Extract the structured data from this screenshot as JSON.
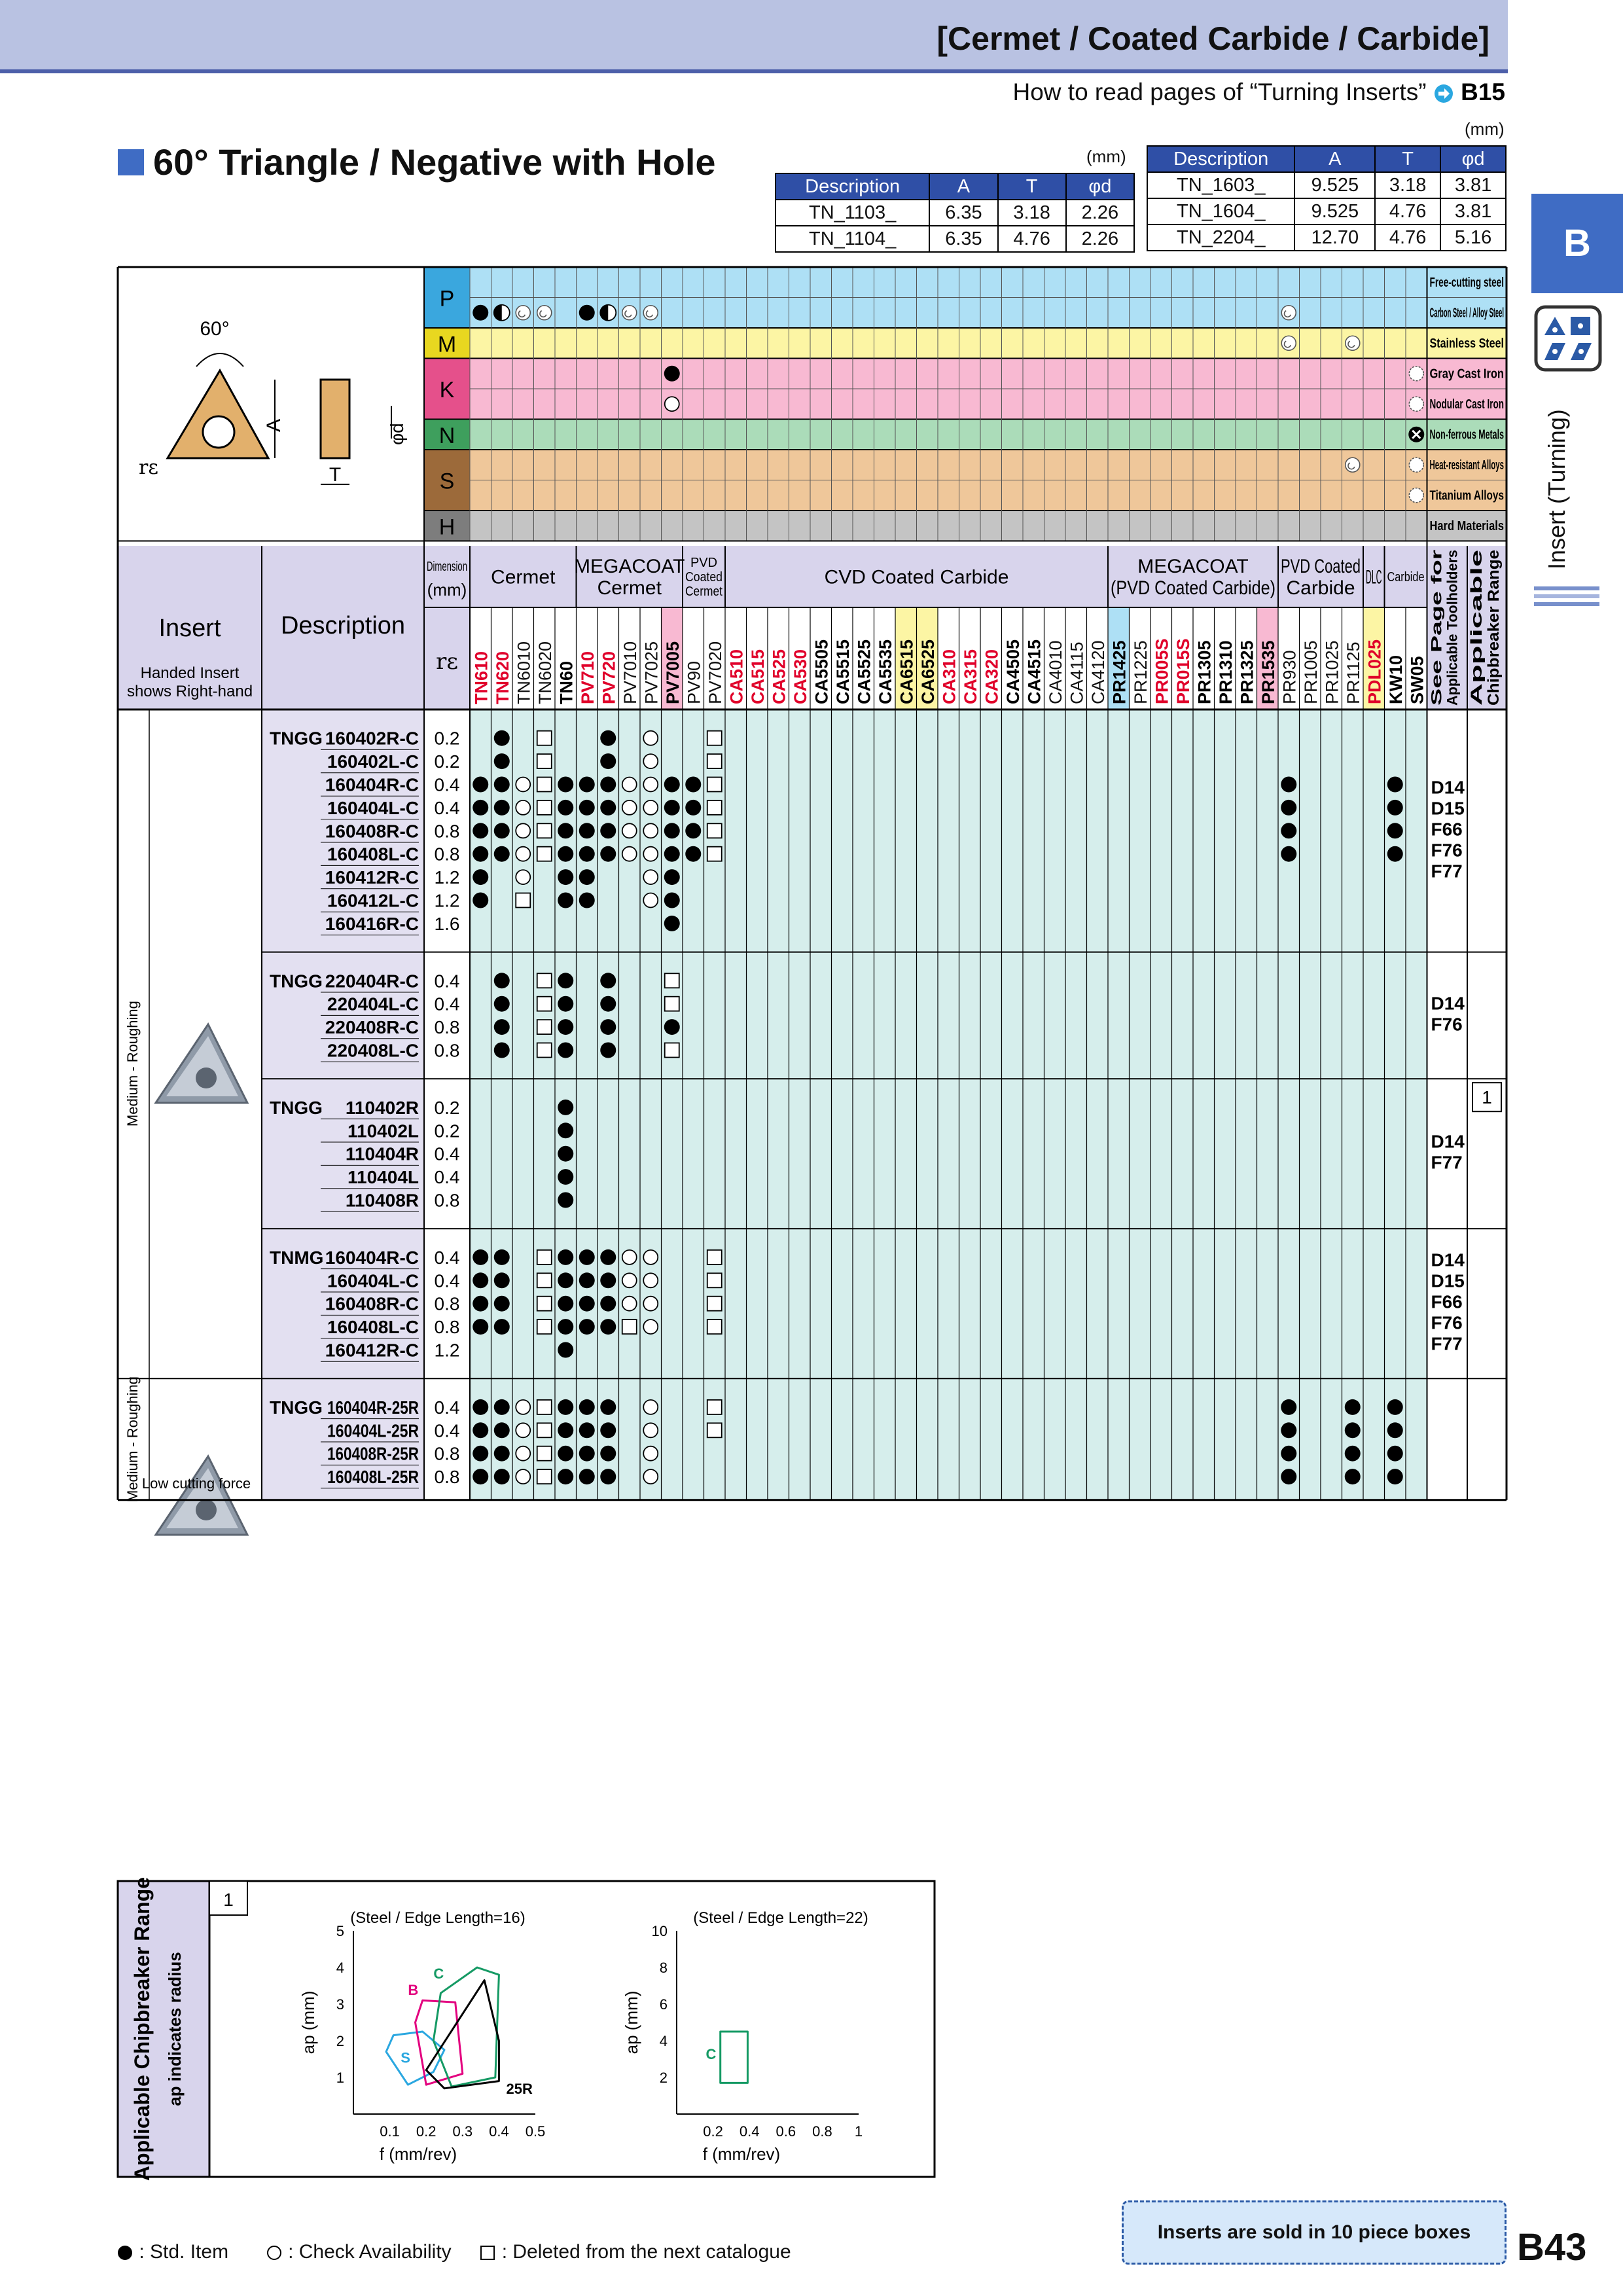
{
  "header": {
    "title": "[Cermet / Coated Carbide / Carbide]"
  },
  "howto": {
    "text": "How to read pages of “Turning Inserts”",
    "link": "B15"
  },
  "page_title": "60° Triangle / Negative with Hole",
  "unit_label": "(mm)",
  "dim_header": [
    "Description",
    "A",
    "T",
    "φd"
  ],
  "dim_table_a": [
    [
      "TN_1103_",
      "6.35",
      "3.18",
      "2.26"
    ],
    [
      "TN_1104_",
      "6.35",
      "4.76",
      "2.26"
    ]
  ],
  "dim_table_b": [
    [
      "TN_1603_",
      "9.525",
      "3.18",
      "3.81"
    ],
    [
      "TN_1604_",
      "9.525",
      "4.76",
      "3.81"
    ],
    [
      "TN_2204_",
      "12.70",
      "4.76",
      "5.16"
    ]
  ],
  "tab": {
    "letter": "B",
    "side_label": "Insert (Turning)"
  },
  "drawing": {
    "angle": "60°",
    "A": "A",
    "T": "T",
    "d": "φd",
    "re": "rε"
  },
  "iso_groups": [
    {
      "letter": "P",
      "color": "#aee0f5",
      "mats": [
        "Free-cutting steel",
        "Carbon Steel / Alloy Steel"
      ]
    },
    {
      "letter": "M",
      "color": "#fcf5a4",
      "mats": [
        "Stainless Steel"
      ]
    },
    {
      "letter": "K",
      "color": "#f8b9d2",
      "mats": [
        "Gray Cast Iron",
        "Nodular Cast Iron"
      ]
    },
    {
      "letter": "N",
      "color": "#abdcb9",
      "mats": [
        "Non-ferrous Metals"
      ]
    },
    {
      "letter": "S",
      "color": "#efc79a",
      "mats": [
        "Heat-resistant Alloys",
        "Titanium Alloys"
      ]
    },
    {
      "letter": "H",
      "color": "#c4c4c4",
      "mats": [
        "Hard Materials"
      ]
    }
  ],
  "header_labels": {
    "insert": "Insert",
    "handed": "Handed Insert shows Right-hand",
    "description": "Description",
    "dimension": "Dimension (mm)",
    "re": "rε",
    "toolholders": "See Page for Applicable Toolholders",
    "chipbreaker": "Applicable Chipbreaker Range"
  },
  "groups": [
    {
      "name": "Cermet",
      "span": 5
    },
    {
      "name": "MEGACOAT Cermet",
      "span": 5
    },
    {
      "name": "PVD Coated Cermet",
      "span": 2
    },
    {
      "name": "CVD Coated Carbide",
      "span": 18
    },
    {
      "name": "MEGACOAT (PVD Coated Carbide)",
      "span": 8
    },
    {
      "name": "PVD Coated Carbide",
      "span": 4
    },
    {
      "name": "DLC",
      "span": 1
    },
    {
      "name": "Carbide",
      "span": 2
    }
  ],
  "grades": [
    {
      "n": "TN610",
      "c": "red"
    },
    {
      "n": "TN620",
      "c": "red"
    },
    {
      "n": "TN6010",
      "c": "norm"
    },
    {
      "n": "TN6020",
      "c": "norm"
    },
    {
      "n": "TN60",
      "c": "bold"
    },
    {
      "n": "PV710",
      "c": "red"
    },
    {
      "n": "PV720",
      "c": "red"
    },
    {
      "n": "PV7010",
      "c": "norm"
    },
    {
      "n": "PV7025",
      "c": "norm"
    },
    {
      "n": "PV7005",
      "c": "pink"
    },
    {
      "n": "PV90",
      "c": "norm"
    },
    {
      "n": "PV7020",
      "c": "norm"
    },
    {
      "n": "CA510",
      "c": "red"
    },
    {
      "n": "CA515",
      "c": "red"
    },
    {
      "n": "CA525",
      "c": "red"
    },
    {
      "n": "CA530",
      "c": "red"
    },
    {
      "n": "CA5505",
      "c": "bold"
    },
    {
      "n": "CA5515",
      "c": "bold"
    },
    {
      "n": "CA5525",
      "c": "bold"
    },
    {
      "n": "CA5535",
      "c": "bold"
    },
    {
      "n": "CA6515",
      "c": "yellow"
    },
    {
      "n": "CA6525",
      "c": "yellow"
    },
    {
      "n": "CA310",
      "c": "red"
    },
    {
      "n": "CA315",
      "c": "red"
    },
    {
      "n": "CA320",
      "c": "red"
    },
    {
      "n": "CA4505",
      "c": "bold"
    },
    {
      "n": "CA4515",
      "c": "bold"
    },
    {
      "n": "CA4010",
      "c": "norm"
    },
    {
      "n": "CA4115",
      "c": "norm"
    },
    {
      "n": "CA4120",
      "c": "norm"
    },
    {
      "n": "PR1425",
      "c": "blue"
    },
    {
      "n": "PR1225",
      "c": "norm"
    },
    {
      "n": "PR005S",
      "c": "red"
    },
    {
      "n": "PR015S",
      "c": "red"
    },
    {
      "n": "PR1305",
      "c": "bold"
    },
    {
      "n": "PR1310",
      "c": "bold"
    },
    {
      "n": "PR1325",
      "c": "bold"
    },
    {
      "n": "PR1535",
      "c": "pink"
    },
    {
      "n": "PR930",
      "c": "norm"
    },
    {
      "n": "PR1005",
      "c": "norm"
    },
    {
      "n": "PR1025",
      "c": "norm"
    },
    {
      "n": "PR1125",
      "c": "norm"
    },
    {
      "n": "PDL025",
      "c": "redy"
    },
    {
      "n": "KW10",
      "c": "bold"
    },
    {
      "n": "SW05",
      "c": "bold"
    }
  ],
  "iso_marks": [
    {
      "col": 0,
      "row": 1,
      "s": "F"
    },
    {
      "col": 1,
      "row": 1,
      "s": "H"
    },
    {
      "col": 2,
      "row": 1,
      "s": "C"
    },
    {
      "col": 3,
      "row": 1,
      "s": "C"
    },
    {
      "col": 5,
      "row": 1,
      "s": "F"
    },
    {
      "col": 6,
      "row": 1,
      "s": "H"
    },
    {
      "col": 7,
      "row": 1,
      "s": "C"
    },
    {
      "col": 8,
      "row": 1,
      "s": "C"
    },
    {
      "col": 9,
      "row": 3,
      "s": "F"
    },
    {
      "col": 9,
      "row": 4,
      "s": "O"
    },
    {
      "col": 38,
      "row": 1,
      "s": "C"
    },
    {
      "col": 38,
      "row": 2,
      "s": "C"
    },
    {
      "col": 41,
      "row": 2,
      "s": "C"
    },
    {
      "col": 44,
      "row": 3,
      "s": "Q"
    },
    {
      "col": 44,
      "row": 4,
      "s": "Q"
    },
    {
      "col": 44,
      "row": 5,
      "s": "X"
    },
    {
      "col": 41,
      "row": 6,
      "s": "C"
    },
    {
      "col": 44,
      "row": 6,
      "s": "Q"
    },
    {
      "col": 44,
      "row": 7,
      "s": "Q"
    }
  ],
  "sections": [
    {
      "prefix": "TNGG",
      "toolholders": [
        "D14",
        "D15",
        "F66",
        "F76",
        "F77"
      ],
      "chip": "",
      "rows": [
        {
          "d": "160402R-C",
          "r": "0.2",
          "m": {
            "1": "F",
            "3": "D",
            "6": "F",
            "8": "O",
            "11": "D"
          }
        },
        {
          "d": "160402L-C",
          "r": "0.2",
          "m": {
            "1": "F",
            "3": "D",
            "6": "F",
            "8": "O",
            "11": "D"
          }
        },
        {
          "d": "160404R-C",
          "r": "0.4",
          "m": {
            "0": "F",
            "1": "F",
            "2": "O",
            "3": "D",
            "4": "F",
            "5": "F",
            "6": "F",
            "7": "O",
            "8": "O",
            "9": "F",
            "10": "F",
            "11": "D",
            "38": "F",
            "43": "F"
          }
        },
        {
          "d": "160404L-C",
          "r": "0.4",
          "m": {
            "0": "F",
            "1": "F",
            "2": "O",
            "3": "D",
            "4": "F",
            "5": "F",
            "6": "F",
            "7": "O",
            "8": "O",
            "9": "F",
            "10": "F",
            "11": "D",
            "38": "F",
            "43": "F"
          }
        },
        {
          "d": "160408R-C",
          "r": "0.8",
          "m": {
            "0": "F",
            "1": "F",
            "2": "O",
            "3": "D",
            "4": "F",
            "5": "F",
            "6": "F",
            "7": "O",
            "8": "O",
            "9": "F",
            "10": "F",
            "11": "D",
            "38": "F",
            "43": "F"
          }
        },
        {
          "d": "160408L-C",
          "r": "0.8",
          "m": {
            "0": "F",
            "1": "F",
            "2": "O",
            "3": "D",
            "4": "F",
            "5": "F",
            "6": "F",
            "7": "O",
            "8": "O",
            "9": "F",
            "10": "F",
            "11": "D",
            "38": "F",
            "43": "F"
          }
        },
        {
          "d": "160412R-C",
          "r": "1.2",
          "m": {
            "0": "F",
            "2": "O",
            "4": "F",
            "5": "F",
            "8": "O",
            "9": "F"
          }
        },
        {
          "d": "160412L-C",
          "r": "1.2",
          "m": {
            "0": "F",
            "2": "D",
            "4": "F",
            "5": "F",
            "8": "O",
            "9": "F"
          }
        },
        {
          "d": "160416R-C",
          "r": "1.6",
          "m": {
            "9": "F"
          }
        }
      ]
    },
    {
      "prefix": "TNGG",
      "toolholders": [
        "D14",
        "F76"
      ],
      "chip": "",
      "rows": [
        {
          "d": "220404R-C",
          "r": "0.4",
          "m": {
            "1": "F",
            "3": "D",
            "4": "F",
            "6": "F",
            "9": "D"
          }
        },
        {
          "d": "220404L-C",
          "r": "0.4",
          "m": {
            "1": "F",
            "3": "D",
            "4": "F",
            "6": "F",
            "9": "D"
          }
        },
        {
          "d": "220408R-C",
          "r": "0.8",
          "m": {
            "1": "F",
            "3": "D",
            "4": "F",
            "6": "F",
            "9": "F"
          }
        },
        {
          "d": "220408L-C",
          "r": "0.8",
          "m": {
            "1": "F",
            "3": "D",
            "4": "F",
            "6": "F",
            "9": "D"
          }
        }
      ]
    },
    {
      "prefix": "TNGG",
      "toolholders": [
        "D14",
        "F77"
      ],
      "chip": "1",
      "rows": [
        {
          "d": "110402R",
          "r": "0.2",
          "m": {
            "4": "F"
          }
        },
        {
          "d": "110402L",
          "r": "0.2",
          "m": {
            "4": "F"
          }
        },
        {
          "d": "110404R",
          "r": "0.4",
          "m": {
            "4": "F"
          }
        },
        {
          "d": "110404L",
          "r": "0.4",
          "m": {
            "4": "F"
          }
        },
        {
          "d": "110408R",
          "r": "0.8",
          "m": {
            "4": "F"
          }
        }
      ]
    },
    {
      "prefix": "TNMG",
      "toolholders": [
        "D14",
        "D15",
        "F66",
        "F76",
        "F77"
      ],
      "chip": "",
      "rows": [
        {
          "d": "160404R-C",
          "r": "0.4",
          "m": {
            "0": "F",
            "1": "F",
            "3": "D",
            "4": "F",
            "5": "F",
            "6": "F",
            "7": "O",
            "8": "O",
            "11": "D"
          }
        },
        {
          "d": "160404L-C",
          "r": "0.4",
          "m": {
            "0": "F",
            "1": "F",
            "3": "D",
            "4": "F",
            "5": "F",
            "6": "F",
            "7": "O",
            "8": "O",
            "11": "D"
          }
        },
        {
          "d": "160408R-C",
          "r": "0.8",
          "m": {
            "0": "F",
            "1": "F",
            "3": "D",
            "4": "F",
            "5": "F",
            "6": "F",
            "7": "O",
            "8": "O",
            "11": "D"
          }
        },
        {
          "d": "160408L-C",
          "r": "0.8",
          "m": {
            "0": "F",
            "1": "F",
            "3": "D",
            "4": "F",
            "5": "F",
            "6": "F",
            "7": "D",
            "8": "O",
            "11": "D"
          }
        },
        {
          "d": "160412R-C",
          "r": "1.2",
          "m": {
            "4": "F"
          }
        }
      ]
    },
    {
      "prefix": "TNGG",
      "toolholders": [],
      "chip": "",
      "rows": [
        {
          "d": "160404R-25R",
          "r": "0.4",
          "m": {
            "0": "F",
            "1": "F",
            "2": "O",
            "3": "D",
            "4": "F",
            "5": "F",
            "6": "F",
            "8": "O",
            "11": "D",
            "38": "F",
            "41": "F",
            "43": "F"
          }
        },
        {
          "d": "160404L-25R",
          "r": "0.4",
          "m": {
            "0": "F",
            "1": "F",
            "2": "O",
            "3": "D",
            "4": "F",
            "5": "F",
            "6": "F",
            "8": "O",
            "11": "D",
            "38": "F",
            "41": "F",
            "43": "F"
          }
        },
        {
          "d": "160408R-25R",
          "r": "0.8",
          "m": {
            "0": "F",
            "1": "F",
            "2": "O",
            "3": "D",
            "4": "F",
            "5": "F",
            "6": "F",
            "8": "O",
            "38": "F",
            "41": "F",
            "43": "F"
          }
        },
        {
          "d": "160408L-25R",
          "r": "0.8",
          "m": {
            "0": "F",
            "1": "F",
            "2": "O",
            "3": "D",
            "4": "F",
            "5": "F",
            "6": "F",
            "8": "O",
            "38": "F",
            "41": "F",
            "43": "F"
          }
        }
      ]
    }
  ],
  "application_labels": [
    "Medium - Roughing",
    "Medium - Roughing"
  ],
  "low_force": "Low cutting force",
  "chip_panel": {
    "title": "Applicable Chipbreaker Range",
    "subtitle": "ap indicates radius",
    "tag": "1",
    "xlabel": "f (mm/rev)",
    "ylabel": "ap (mm)"
  },
  "chart_data": [
    {
      "type": "scatter",
      "title": "(Steel / Edge Length=16)",
      "xlabel": "f (mm/rev)",
      "ylabel": "ap (mm)",
      "xlim": [
        0,
        0.5
      ],
      "ylim": [
        0,
        5
      ],
      "xticks": [
        0.1,
        0.2,
        0.3,
        0.4,
        0.5
      ],
      "yticks": [
        1,
        2,
        3,
        4,
        5
      ],
      "regions": [
        {
          "name": "S",
          "color": "#2aa7e0",
          "points": [
            [
              0.09,
              1.7
            ],
            [
              0.11,
              2.15
            ],
            [
              0.19,
              2.25
            ],
            [
              0.25,
              1.75
            ],
            [
              0.22,
              1.15
            ],
            [
              0.15,
              0.8
            ]
          ]
        },
        {
          "name": "B",
          "color": "#e3007f",
          "points": [
            [
              0.17,
              2.5
            ],
            [
              0.19,
              3.1
            ],
            [
              0.28,
              3.05
            ],
            [
              0.3,
              1.1
            ],
            [
              0.2,
              0.8
            ]
          ]
        },
        {
          "name": "C",
          "color": "#159a64",
          "points": [
            [
              0.22,
              2.0
            ],
            [
              0.24,
              3.3
            ],
            [
              0.34,
              4.0
            ],
            [
              0.4,
              3.8
            ],
            [
              0.39,
              1.0
            ],
            [
              0.27,
              0.75
            ]
          ]
        },
        {
          "name": "25R",
          "color": "#000000",
          "points": [
            [
              0.2,
              1.2
            ],
            [
              0.36,
              3.65
            ],
            [
              0.4,
              2.0
            ],
            [
              0.4,
              0.9
            ],
            [
              0.25,
              0.7
            ]
          ]
        }
      ]
    },
    {
      "type": "scatter",
      "title": "(Steel / Edge Length=22)",
      "xlabel": "f (mm/rev)",
      "ylabel": "ap (mm)",
      "xlim": [
        0,
        1.0
      ],
      "ylim": [
        0,
        10
      ],
      "xticks": [
        0.2,
        0.4,
        0.6,
        0.8,
        1.0
      ],
      "yticks": [
        2,
        4,
        6,
        8,
        10
      ],
      "regions": [
        {
          "name": "C",
          "color": "#159a64",
          "points": [
            [
              0.24,
              1.7
            ],
            [
              0.24,
              4.5
            ],
            [
              0.39,
              4.5
            ],
            [
              0.39,
              1.7
            ]
          ]
        }
      ]
    }
  ],
  "legend": {
    "std": ": Std. Item",
    "check": ": Check Availability",
    "deleted": ": Deleted from the next catalogue"
  },
  "box_note": "Inserts are sold in 10 piece boxes",
  "page_number": "B43"
}
